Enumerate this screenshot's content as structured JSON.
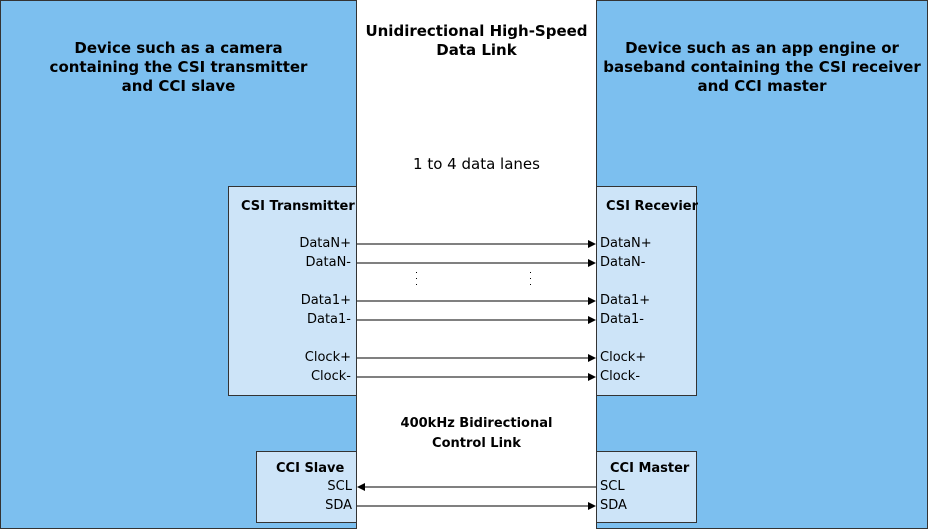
{
  "left_device": {
    "title_lines": [
      "Device such as a camera",
      "containing the CSI transmitter",
      "and CCI slave"
    ]
  },
  "right_device": {
    "title_lines": [
      "Device such as an app engine or",
      "baseband containing the CSI receiver",
      "and CCI master"
    ]
  },
  "high_speed_link": {
    "title_lines": [
      "Unidirectional High-Speed",
      "Data Link"
    ],
    "lanes_label": "1 to 4 data lanes"
  },
  "control_link": {
    "title_lines": [
      "400kHz Bidirectional",
      "Control Link"
    ]
  },
  "csi_transmitter": {
    "title": "CSI Transmitter",
    "signals": [
      "DataN+",
      "DataN-",
      "Data1+",
      "Data1-",
      "Clock+",
      "Clock-"
    ]
  },
  "csi_receiver": {
    "title": "CSI Recevier",
    "signals": [
      "DataN+",
      "DataN-",
      "Data1+",
      "Data1-",
      "Clock+",
      "Clock-"
    ]
  },
  "cci_slave": {
    "title": "CCI Slave",
    "signals": [
      "SCL",
      "SDA"
    ]
  },
  "cci_master": {
    "title": "CCI Master",
    "signals": [
      "SCL",
      "SDA"
    ]
  },
  "colors": {
    "device_fill": "#7cbfef",
    "block_fill": "#cde4f8",
    "line": "#000000"
  }
}
